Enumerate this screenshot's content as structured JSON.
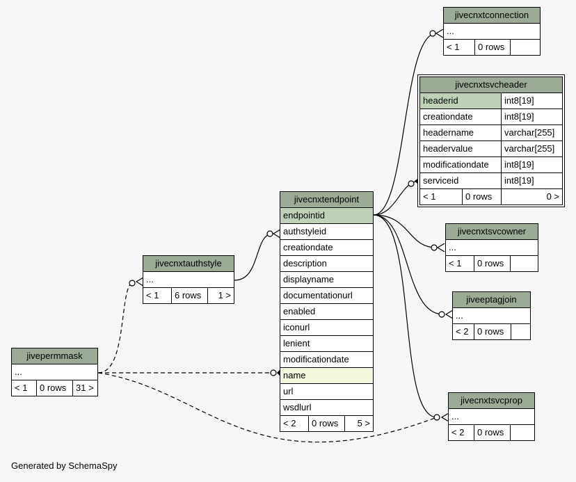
{
  "tables": {
    "connection": {
      "name": "jivecnxtconnection",
      "rows": [
        "..."
      ],
      "foot": [
        "< 1",
        "0 rows",
        ""
      ]
    },
    "svcheader": {
      "name": "jivecnxtsvcheader",
      "columns": [
        {
          "name": "headerid",
          "type": "int8[19]"
        },
        {
          "name": "creationdate",
          "type": "int8[19]"
        },
        {
          "name": "headername",
          "type": "varchar[255]"
        },
        {
          "name": "headervalue",
          "type": "varchar[255]"
        },
        {
          "name": "modificationdate",
          "type": "int8[19]"
        },
        {
          "name": "serviceid",
          "type": "int8[19]"
        }
      ],
      "foot": [
        "< 1",
        "0 rows",
        "0 >"
      ]
    },
    "endpoint": {
      "name": "jivecnxtendpoint",
      "columns": [
        "endpointid",
        "authstyleid",
        "creationdate",
        "description",
        "displayname",
        "documentationurl",
        "enabled",
        "iconurl",
        "lenient",
        "modificationdate",
        "name",
        "url",
        "wsdlurl"
      ],
      "foot": [
        "< 2",
        "0 rows",
        "5 >"
      ]
    },
    "authstyle": {
      "name": "jivecnxtauthstyle",
      "rows": [
        "..."
      ],
      "foot": [
        "< 1",
        "6 rows",
        "1 >"
      ]
    },
    "svcowner": {
      "name": "jivecnxtsvcowner",
      "rows": [
        "..."
      ],
      "foot": [
        "< 1",
        "0 rows",
        ""
      ]
    },
    "eptagjoin": {
      "name": "jiveeptagjoin",
      "rows": [
        "..."
      ],
      "foot": [
        "< 2",
        "0 rows",
        ""
      ]
    },
    "permmask": {
      "name": "jivepermmask",
      "rows": [
        "..."
      ],
      "foot": [
        "< 1",
        "0 rows",
        "31 >"
      ]
    },
    "svcprop": {
      "name": "jivecnxtsvcprop",
      "rows": [
        "..."
      ],
      "foot": [
        "< 2",
        "0 rows",
        ""
      ]
    }
  },
  "footer": {
    "generated": "Generated by SchemaSpy"
  }
}
